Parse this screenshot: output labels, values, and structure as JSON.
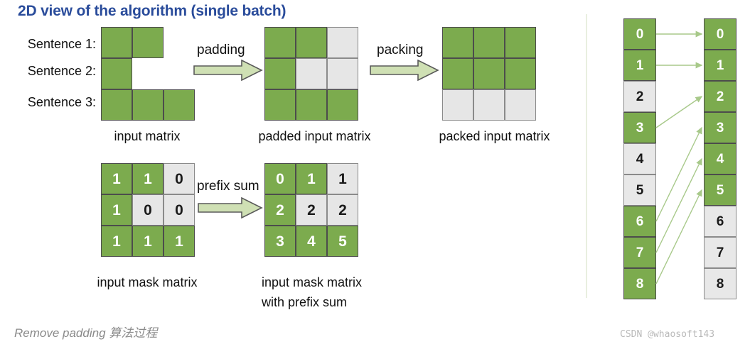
{
  "title": "2D view of the algorithm (single batch)",
  "row_labels": [
    "Sentence 1:",
    "Sentence 2:",
    "Sentence 3:"
  ],
  "arrows": {
    "padding": "padding",
    "packing": "packing",
    "prefix_sum": "prefix sum"
  },
  "captions": {
    "input_matrix": "input matrix",
    "padded_input_matrix": "padded input matrix",
    "packed_input_matrix": "packed input matrix",
    "input_mask_matrix": "input mask matrix",
    "input_mask_matrix_prefix_line1": "input mask matrix",
    "input_mask_matrix_prefix_line2": "with prefix sum"
  },
  "colors": {
    "green": "#7cab4e",
    "gray": "#e6e6e6",
    "title_blue": "#2a4c9b",
    "arrow_fill": "#cfe0b4",
    "arrow_stroke": "#5a5a5a",
    "divider": "#e9efe0",
    "map_arrow": "#a8c98a"
  },
  "matrices": {
    "input": {
      "rows": 3,
      "cols": 3,
      "cells": [
        [
          "green",
          "green",
          "blank"
        ],
        [
          "green",
          "blank",
          "blank"
        ],
        [
          "green",
          "green",
          "green"
        ]
      ],
      "values": [
        [
          "",
          "",
          ""
        ],
        [
          "",
          "",
          ""
        ],
        [
          "",
          "",
          ""
        ]
      ]
    },
    "padded": {
      "rows": 3,
      "cols": 3,
      "cells": [
        [
          "green",
          "green",
          "gray"
        ],
        [
          "green",
          "gray",
          "gray"
        ],
        [
          "green",
          "green",
          "green"
        ]
      ],
      "values": [
        [
          "",
          "",
          ""
        ],
        [
          "",
          "",
          ""
        ],
        [
          "",
          "",
          ""
        ]
      ]
    },
    "packed": {
      "rows": 3,
      "cols": 3,
      "cells": [
        [
          "green",
          "green",
          "green"
        ],
        [
          "green",
          "green",
          "green"
        ],
        [
          "gray",
          "gray",
          "gray"
        ]
      ],
      "values": [
        [
          "",
          "",
          ""
        ],
        [
          "",
          "",
          ""
        ],
        [
          "",
          "",
          ""
        ]
      ]
    },
    "mask": {
      "rows": 3,
      "cols": 3,
      "cells": [
        [
          "green",
          "green",
          "gray"
        ],
        [
          "green",
          "gray",
          "gray"
        ],
        [
          "green",
          "green",
          "green"
        ]
      ],
      "values": [
        [
          "1",
          "1",
          "0"
        ],
        [
          "1",
          "0",
          "0"
        ],
        [
          "1",
          "1",
          "1"
        ]
      ]
    },
    "mask_prefix": {
      "rows": 3,
      "cols": 3,
      "cells": [
        [
          "green",
          "green",
          "gray"
        ],
        [
          "green",
          "gray",
          "gray"
        ],
        [
          "green",
          "green",
          "green"
        ]
      ],
      "values": [
        [
          "0",
          "1",
          "1"
        ],
        [
          "2",
          "2",
          "2"
        ],
        [
          "3",
          "4",
          "5"
        ]
      ]
    }
  },
  "mapping": {
    "source_column": {
      "labels": [
        "0",
        "1",
        "2",
        "3",
        "4",
        "5",
        "6",
        "7",
        "8"
      ],
      "cells": [
        "green",
        "green",
        "gray",
        "green",
        "gray",
        "gray",
        "green",
        "green",
        "green"
      ]
    },
    "target_column": {
      "labels": [
        "0",
        "1",
        "2",
        "3",
        "4",
        "5",
        "6",
        "7",
        "8"
      ],
      "cells": [
        "green",
        "green",
        "green",
        "green",
        "green",
        "green",
        "gray",
        "gray",
        "gray"
      ]
    },
    "links": [
      {
        "from": 0,
        "to": 0
      },
      {
        "from": 1,
        "to": 1
      },
      {
        "from": 3,
        "to": 2
      },
      {
        "from": 6,
        "to": 3
      },
      {
        "from": 7,
        "to": 4
      },
      {
        "from": 8,
        "to": 5
      }
    ]
  },
  "footer": {
    "note": "Remove padding 算法过程",
    "watermark": "CSDN @whaosoft143"
  }
}
